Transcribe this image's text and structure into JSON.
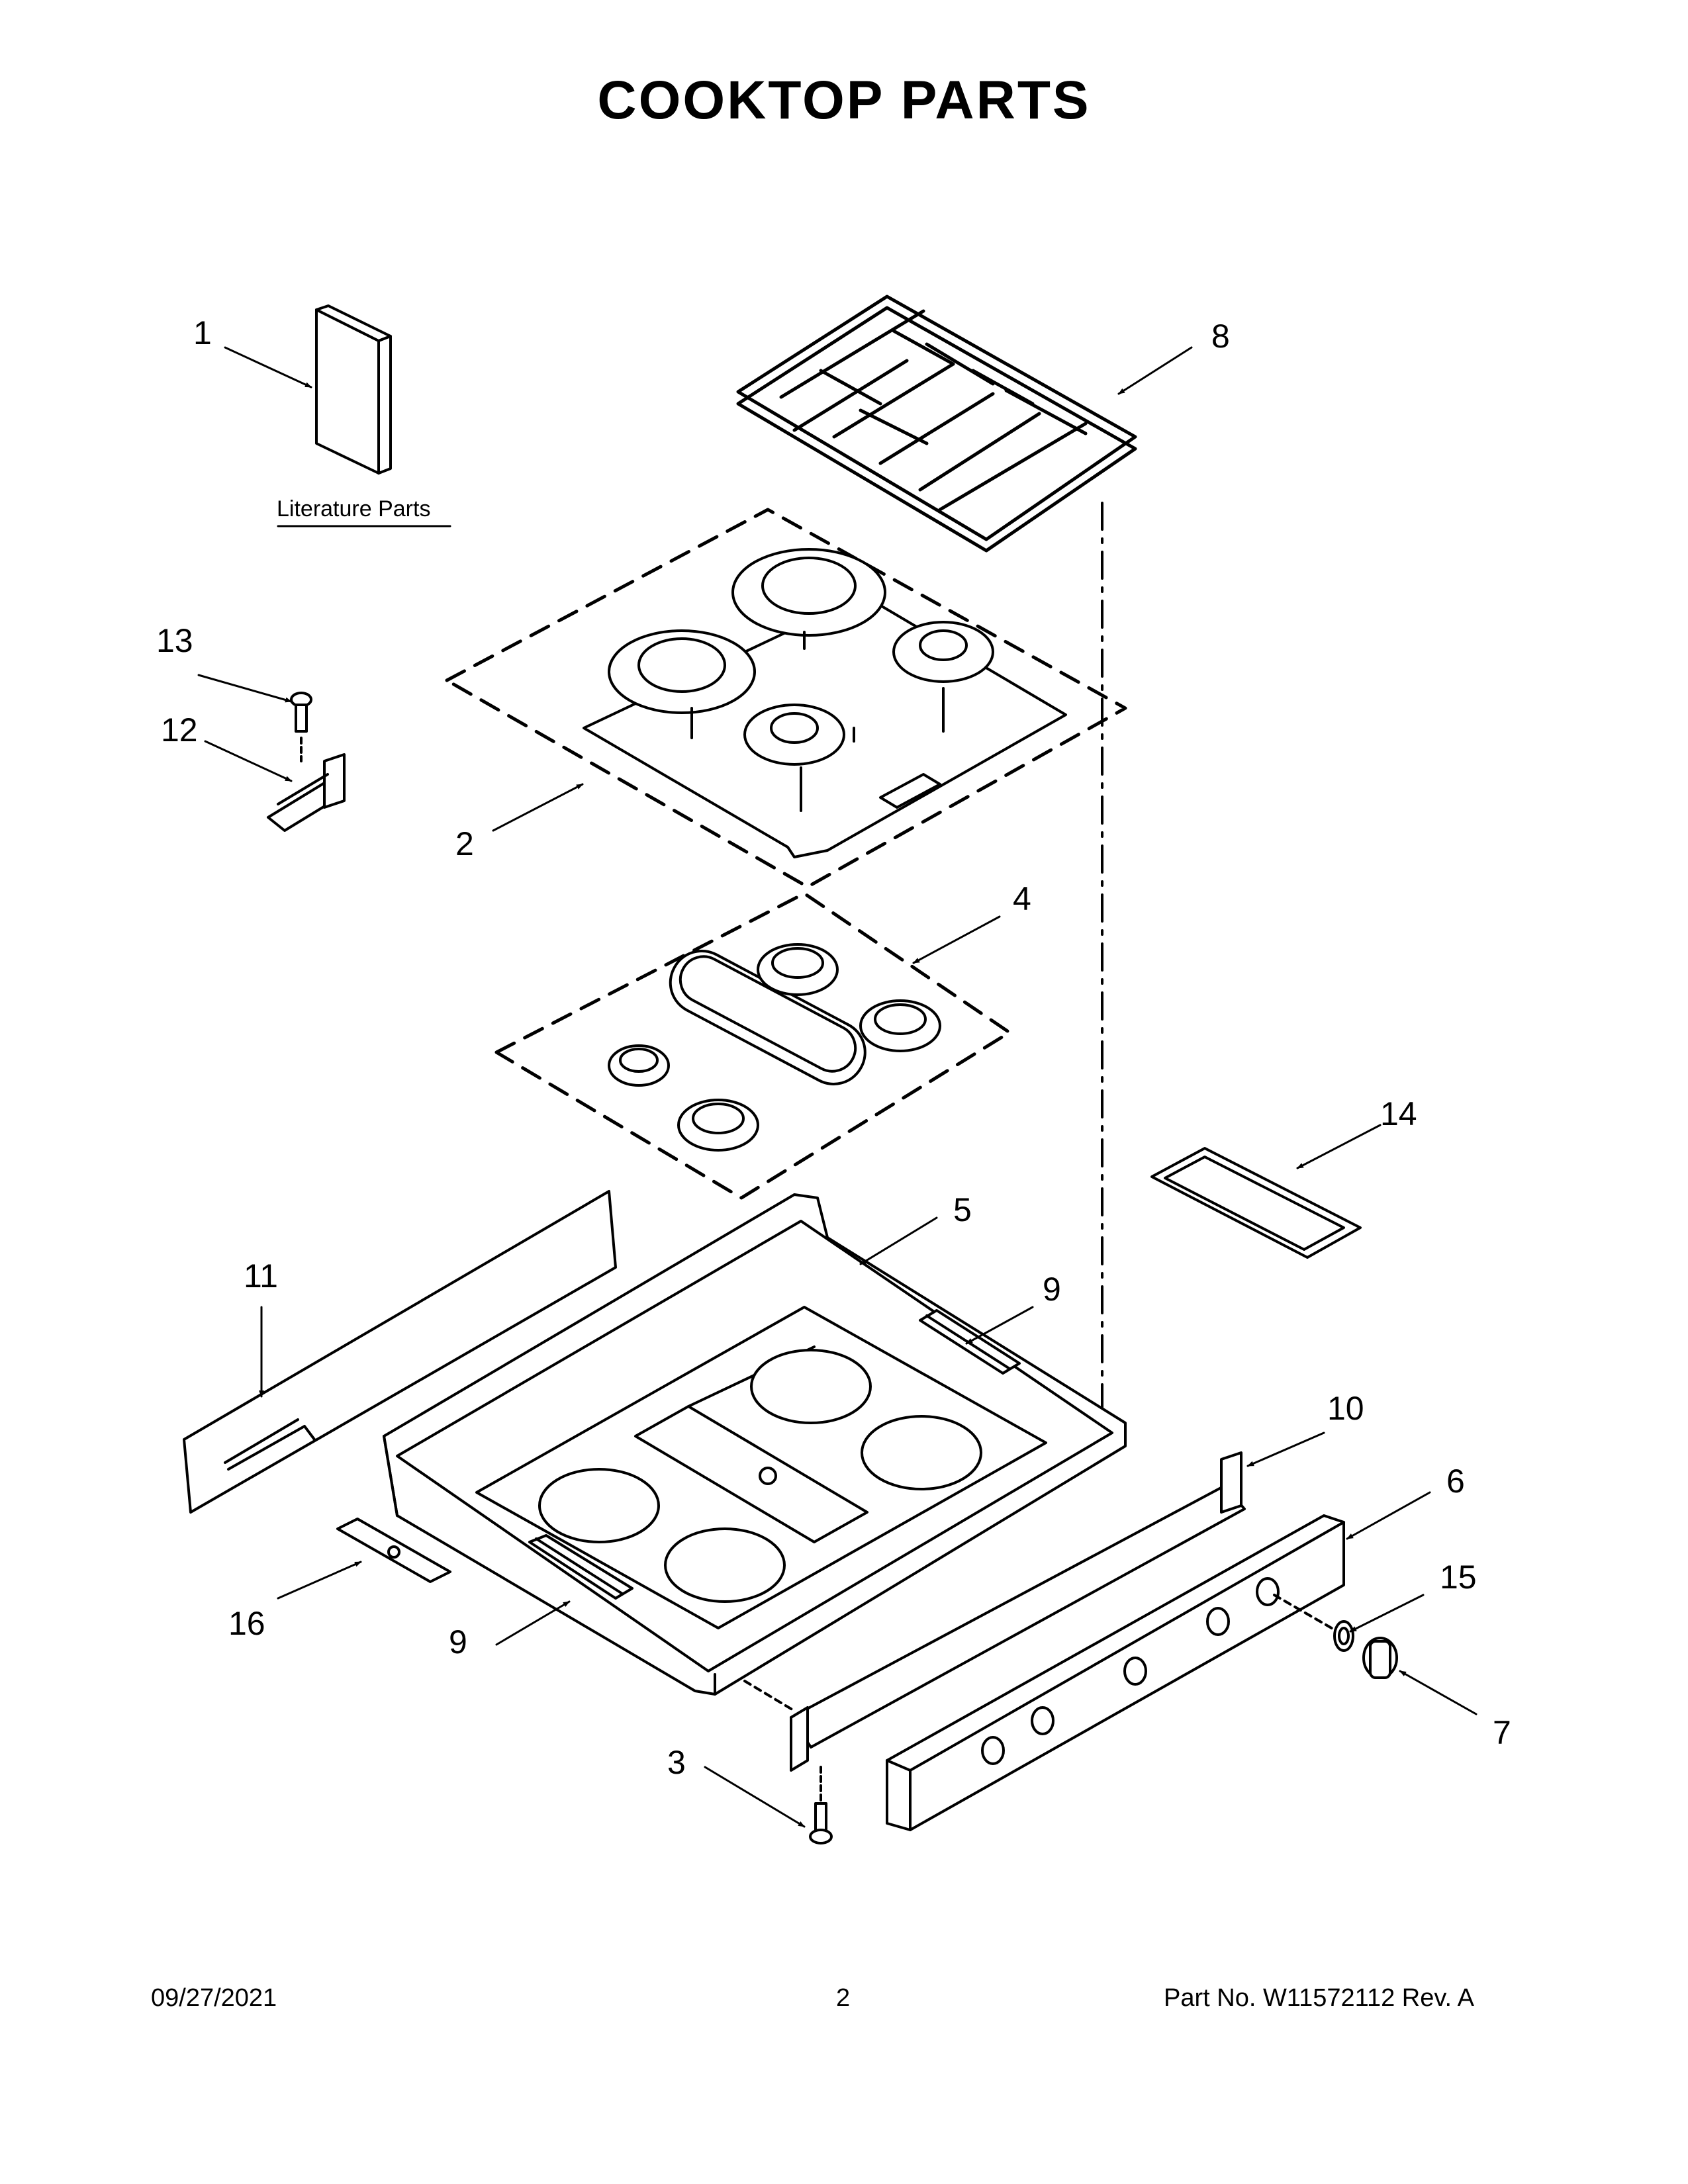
{
  "page": {
    "title": "COOKTOP PARTS",
    "footer": {
      "date": "09/27/2021",
      "page_number": "2",
      "part_number": "Part No.  W11572112  Rev.  A"
    }
  },
  "diagram": {
    "literature_label": "Literature Parts",
    "callouts": [
      {
        "id": "1",
        "label": "1"
      },
      {
        "id": "2",
        "label": "2"
      },
      {
        "id": "3",
        "label": "3"
      },
      {
        "id": "4",
        "label": "4"
      },
      {
        "id": "5",
        "label": "5"
      },
      {
        "id": "6",
        "label": "6"
      },
      {
        "id": "7",
        "label": "7"
      },
      {
        "id": "8",
        "label": "8"
      },
      {
        "id": "9a",
        "label": "9"
      },
      {
        "id": "9b",
        "label": "9"
      },
      {
        "id": "10",
        "label": "10"
      },
      {
        "id": "11",
        "label": "11"
      },
      {
        "id": "12",
        "label": "12"
      },
      {
        "id": "13",
        "label": "13"
      },
      {
        "id": "14",
        "label": "14"
      },
      {
        "id": "15",
        "label": "15"
      },
      {
        "id": "16",
        "label": "16"
      }
    ]
  }
}
